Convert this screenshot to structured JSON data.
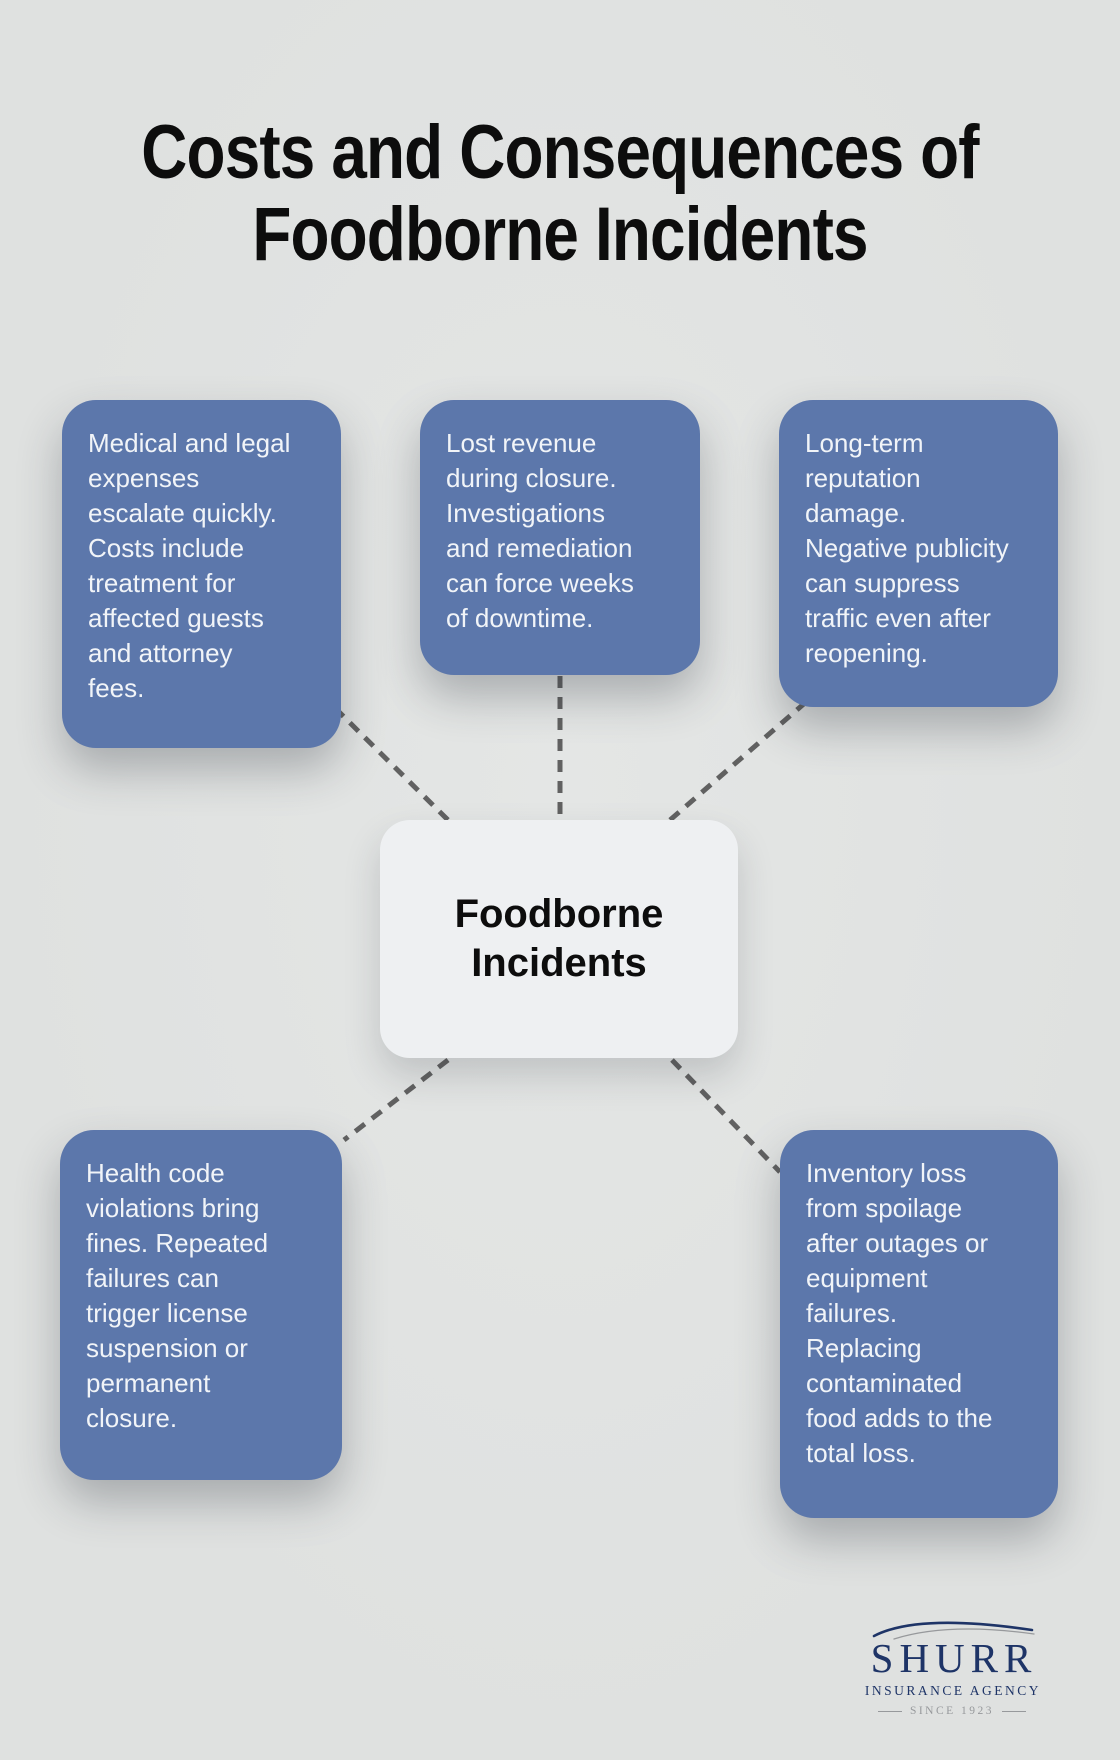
{
  "title": "Costs and Consequences of\nFoodborne Incidents",
  "diagram": {
    "center": {
      "label": "Foodborne\nIncidents"
    },
    "nodes": [
      {
        "id": "medical-legal-expenses",
        "text": "Medical and legal\nexpenses\nescalate quickly.\nCosts include\ntreatment for\naffected guests\nand attorney\nfees."
      },
      {
        "id": "lost-revenue",
        "text": "Lost revenue\nduring closure.\nInvestigations\nand remediation\ncan force weeks\nof downtime."
      },
      {
        "id": "reputation-damage",
        "text": "Long-term\nreputation\ndamage.\nNegative publicity\ncan suppress\ntraffic even after\nreopening."
      },
      {
        "id": "health-code-violations",
        "text": "Health code\nviolations bring\nfines. Repeated\nfailures can\ntrigger license\nsuspension or\npermanent\nclosure."
      },
      {
        "id": "inventory-loss",
        "text": "Inventory loss\nfrom spoilage\nafter outages or\nequipment\nfailures.\nReplacing\ncontaminated\nfood adds to the\ntotal loss."
      }
    ]
  },
  "logo": {
    "name": "SHURR",
    "subtitle": "INSURANCE AGENCY",
    "tagline": "SINCE 1923"
  },
  "colors": {
    "background": "#dfe1e0",
    "node_fill": "#5c77ab",
    "node_text": "#f1f4f8",
    "center_fill": "#eef0f2",
    "center_text": "#0d0d0d",
    "title_text": "#0d0d0d",
    "connector": "#616161",
    "logo_navy": "#1e3467",
    "logo_gray": "#97999c"
  }
}
